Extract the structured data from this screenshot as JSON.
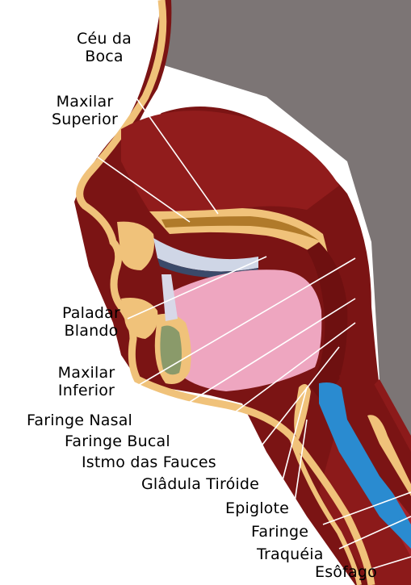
{
  "labels": {
    "ceu_da_boca": [
      "Céu da",
      "Boca"
    ],
    "maxilar_superior": [
      "Maxilar",
      "Superior"
    ],
    "paladar_blando": [
      "Paladar",
      "Blando"
    ],
    "maxilar_inferior": [
      "Maxilar",
      "Inferior"
    ],
    "faringe_nasal": "Faringe Nasal",
    "faringe_bucal": "Faringe Bucal",
    "istmo_das_fauces": "Istmo das Fauces",
    "gladula_tiroide": "Glâdula Tiróide",
    "epiglote": "Epiglote",
    "faringe": "Faringe",
    "traqueia": "Traquéia",
    "esofago": "Esôfago"
  },
  "colors": {
    "background_gray": "#7c7575",
    "skin": "#f0c27a",
    "tissue_dark": "#7b1414",
    "tissue_red": "#9a2020",
    "tongue_pink": "#eea6c0",
    "trachea_blue": "#2a8bd0",
    "leader_line": "#ffffff"
  }
}
